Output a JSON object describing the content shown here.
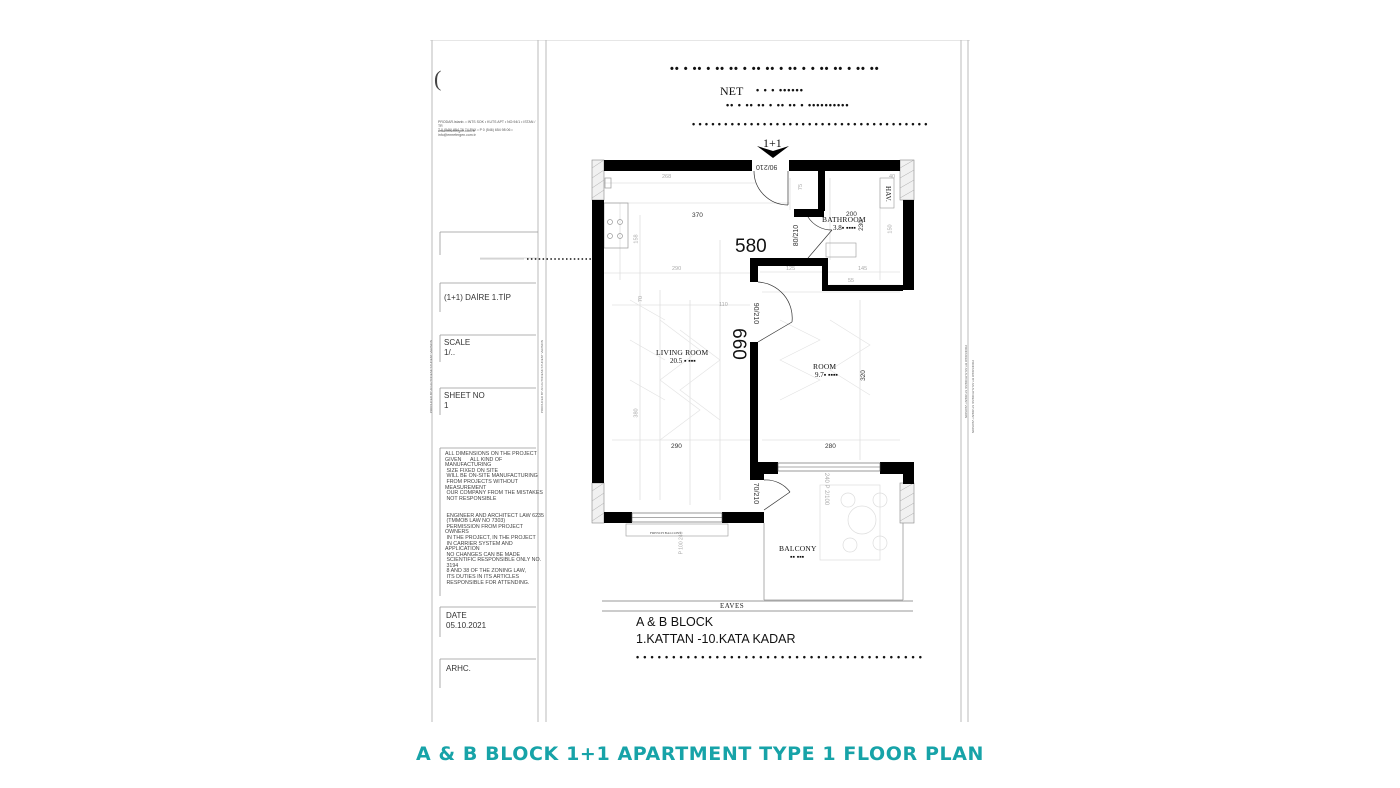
{
  "colors": {
    "caption": "#17a3a8",
    "wall": "#000000",
    "line": "#bbbbbb"
  },
  "title_block": {
    "logo_mark": "(",
    "company_lines": [
      "PRODAR.Istanb. • INTS SOK • KUTS APT • NO:94/1 • ISTAN / TR",
      "T 0 (546) 654 76 74 PAX • P 0 (546) 654 98 06 • info@emrefergen.com.tr"
    ],
    "website": "www.emrefergen.com.tr",
    "project_name": "(1+1) DAİRE 1.TİP",
    "scale_label": "SCALE",
    "scale_value": "1/..",
    "sheet_label": "SHEET NO",
    "sheet_value": "1",
    "notes": [
      "ALL DIMENSIONS ON THE PROJECT",
      "GIVEN      ALL KIND OF",
      "MANUFACTURING",
      " SIZE FIXED ON SITE",
      " WILL BE ON-SITE MANUFACTURING",
      " FROM PROJECTS WITHOUT",
      "MEASUREMENT",
      " OUR COMPANY FROM THE MISTAKES",
      " NOT RESPONSIBLE",
      "",
      "",
      " ENGINEER AND ARCHITECT LAW 6235",
      " (TMMOB LAW NO 7303)",
      " PERMISSION FROM PROJECT",
      "OWNERS",
      " IN THE PROJECT, IN THE PROJECT",
      " IN CARRIER SYSTEM AND",
      "APPLICATION",
      " NO CHANGES CAN BE MADE",
      " SCIENTIFIC RESPONSIBLE ONLY NO.",
      " 3194",
      " 8 AND 38 OF THE ZONING LAW,",
      " ITS DUTIES IN ITS ARTICLES",
      " RESPONSIBLE FOR ATTENDING."
    ],
    "date_label": "DATE",
    "date_value": "05.10.2021",
    "arch_label": "ARHC.",
    "vertical_text": "PRODUCED BY AN AUTODESK STUDENT VERSION"
  },
  "header": {
    "dots_top": "•• • •• •  •• •• •  •• •• • •• • •  •• •• •  •• ••",
    "net_label": "NET",
    "net_dots": "• • •   ••••••",
    "dots_row2": "•• • •• •• • •• •• •  ••••••••••",
    "dots_row3": "• • • • • • • • • • • • • • • • • • • • • • • • • • • • • • • • • • • • •"
  },
  "plan": {
    "entry_label": "1+1",
    "entry_door": "90/210",
    "bathroom": {
      "name": "BATHROOM",
      "area": "3.8▪ ▪▪▪▪"
    },
    "living_room": {
      "name": "LIVING ROOM",
      "area": "20.5 ▪ ▪▪▪"
    },
    "room": {
      "name": "ROOM",
      "area": "9.7▪ ▪▪▪▪"
    },
    "balcony": {
      "name": "BALCONY",
      "area": "▪▪ ▪▪▪"
    },
    "hav_label": "HAV.",
    "dims": {
      "d268": "268",
      "d370": "370",
      "d580": "580",
      "d200": "200",
      "d290a": "290",
      "d125": "125",
      "d145": "145",
      "d55": "55",
      "d110": "110",
      "d660": "660",
      "d320": "320",
      "d290b": "290",
      "d280": "280",
      "d230": "230",
      "d150": "150",
      "d75": "75",
      "d40": "40",
      "d158": "158",
      "d380": "380",
      "d70": "70"
    },
    "doors": {
      "bath": "80/210",
      "room": "90/210",
      "balcony": "70/210",
      "balcony_slide": "240 P  2/100",
      "french": "FRENCH BALCONY",
      "french_dims": "P 100 240"
    },
    "eaves": "EAVES",
    "block_title": "A & B BLOCK",
    "floors": "1.KATTAN -10.KATA KADAR",
    "dots_bottom": "• • • • • • • • • • • • • • • • • • • • • • • • • • • • • • • • • • • • • • • •"
  },
  "caption": "A & B BLOCK 1+1 APARTMENT TYPE 1 FLOOR PLAN"
}
